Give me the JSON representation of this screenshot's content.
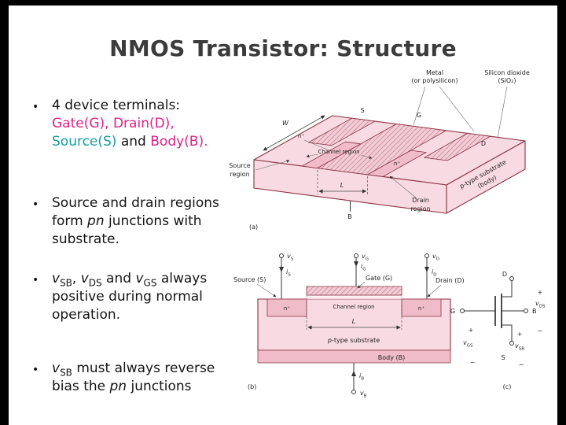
{
  "slide": {
    "title": "NMOS Transistor: Structure",
    "bullet_char": "•"
  },
  "bullets": {
    "b1": {
      "l1": "4 device terminals:",
      "gate": "Gate(G),",
      "drain": "Drain(D),",
      "source": "Source(S)",
      "and_word": "and",
      "body": "Body(B)."
    },
    "b2": {
      "l1": "Source and drain regions",
      "l2a": "form ",
      "pn": "pn",
      "l2b": " junctions with",
      "l3": "substrate."
    },
    "b3": {
      "c1": ", ",
      "c2": " and ",
      "l1b": " always",
      "l2": "positive during normal",
      "l3": "operation."
    },
    "b4": {
      "l1b": " must always reverse",
      "l2a": "bias the ",
      "pn": "pn",
      "l2b": " junctions"
    }
  },
  "sym": {
    "v": "v",
    "i": "i",
    "S": "S",
    "G": "G",
    "D": "D",
    "B": "B",
    "DS": "DS",
    "GS": "GS",
    "SB": "SB",
    "nplus": "n⁺",
    "plus": "+",
    "minus": "−"
  },
  "figure_a": {
    "caption": "(a)",
    "labels": {
      "metal_1": "Metal",
      "metal_2": "(or polysilicon)",
      "sio2_1": "Silicon dioxide",
      "sio2_2": "(SiO₂)",
      "w": "W",
      "channel": "Channel region",
      "l": "L",
      "source_1": "Source",
      "source_2": "region",
      "drain_1": "Drain",
      "drain_2": "region",
      "substrate_1": "p-type substrate",
      "substrate_2": "(body)"
    }
  },
  "figure_b": {
    "caption": "(b)",
    "labels": {
      "source": "Source (S)",
      "gate": "Gate (G)",
      "drain": "Drain (D)",
      "channel": "Channel region",
      "l": "L",
      "substrate_p": "p",
      "substrate_rest": "-type substrate",
      "body": "Body (B)"
    }
  },
  "figure_c": {
    "caption": "(c)"
  },
  "colors": {
    "text_pink": "#e0218a",
    "text_teal": "#149c9c",
    "figure_fill": "#f8dbe2",
    "figure_fill_dark": "#f0bcc9",
    "figure_outline": "#8a3342"
  }
}
